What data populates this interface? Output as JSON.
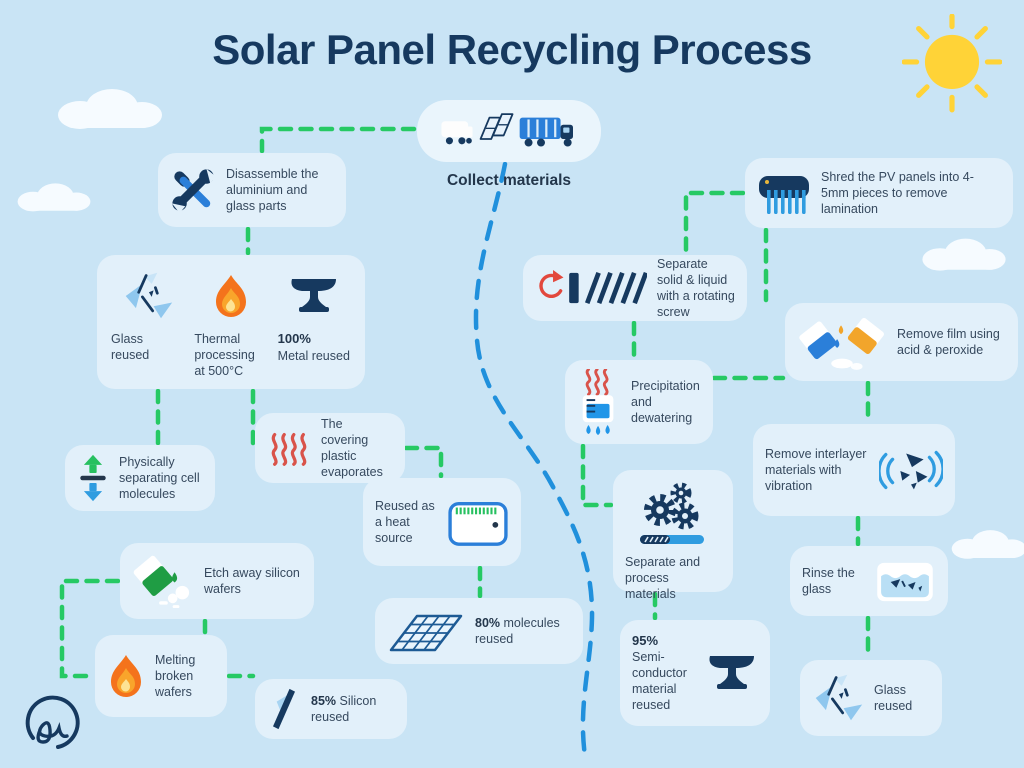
{
  "title": "Solar Panel Recycling Process",
  "colors": {
    "background": "#c9e4f5",
    "card": "#e2f0fa",
    "connector_green": "#26c964",
    "connector_blue": "#2090dc",
    "navy": "#16395f",
    "text": "#36495e",
    "accent_blue": "#2b7fd9",
    "flame_orange": "#f4731c",
    "sun_yellow": "#ffd337"
  },
  "cards": {
    "collect": {
      "label": "Collect materials",
      "icon": "trucks-and-panels-icon"
    },
    "disassemble": {
      "text": "Disassemble the aluminium and glass parts",
      "icon": "tools-icon"
    },
    "shred": {
      "text": "Shred the PV panels into 4-5mm pieces to remove lamination",
      "icon": "shredder-icon"
    },
    "outputs": {
      "items": [
        {
          "label": "Glass reused",
          "icon": "broken-glass-icon"
        },
        {
          "label": "Thermal processing at 500°C",
          "icon": "flame-icon"
        },
        {
          "value": "100%",
          "label": "Metal reused",
          "icon": "anvil-icon"
        }
      ]
    },
    "rotating_screw": {
      "text": "Separate solid & liquid with a rotating screw",
      "icon": "rotating-screw-icon"
    },
    "remove_film": {
      "text": "Remove film using acid & peroxide",
      "icon": "acid-beakers-icon"
    },
    "precipitation": {
      "text": "Precipitation and dewatering",
      "icon": "dewatering-beaker-icon"
    },
    "physical_separation": {
      "text": "Physically separating cell molecules",
      "icon": "up-down-arrows-icon"
    },
    "covering_plastic": {
      "text": "The covering plastic evaporates",
      "icon": "heat-waves-icon"
    },
    "interlayer": {
      "text": "Remove interlayer materials with vibration",
      "icon": "vibration-icon"
    },
    "heat_source": {
      "text": "Reused as a heat source",
      "icon": "heater-icon"
    },
    "separate_process": {
      "text": "Separate and process materials",
      "icon": "gears-icon"
    },
    "rinse": {
      "text": "Rinse the glass",
      "icon": "rinse-basin-icon"
    },
    "etch": {
      "text": "Etch away silicon wafers",
      "icon": "etch-beaker-icon"
    },
    "molecules": {
      "value": "80%",
      "label": "molecules reused",
      "icon": "solar-panel-icon"
    },
    "semiconductor": {
      "value": "95%",
      "label": "Semi-conductor material reused",
      "icon": "anvil-icon"
    },
    "melting": {
      "text": "Melting broken wafers",
      "icon": "flame-icon"
    },
    "silicon": {
      "value": "85%",
      "label": "Silicon reused",
      "icon": "silicon-shard-icon"
    },
    "glass_reused": {
      "text": "Glass reused",
      "icon": "broken-glass-icon"
    }
  }
}
